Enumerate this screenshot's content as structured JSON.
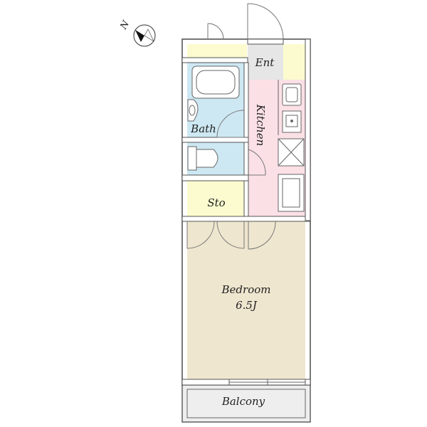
{
  "compass": {
    "label": "N",
    "icon": "north-arrow-icon"
  },
  "rooms": {
    "entrance": "Ent",
    "kitchen": "Kitchen",
    "bath": "Bath",
    "storage": "Sto",
    "bedroom": "Bedroom",
    "bedroom_size": "6.5J",
    "balcony": "Balcony"
  },
  "colors": {
    "bath_toilet": "#cde8f2",
    "kitchen": "#fbe0e6",
    "entrance_storage": "#fbfbcf",
    "entrance_floor": "#e6e6e6",
    "bedroom": "#efe6cf",
    "balcony": "#eeeeee",
    "wall": "#ffffff"
  }
}
